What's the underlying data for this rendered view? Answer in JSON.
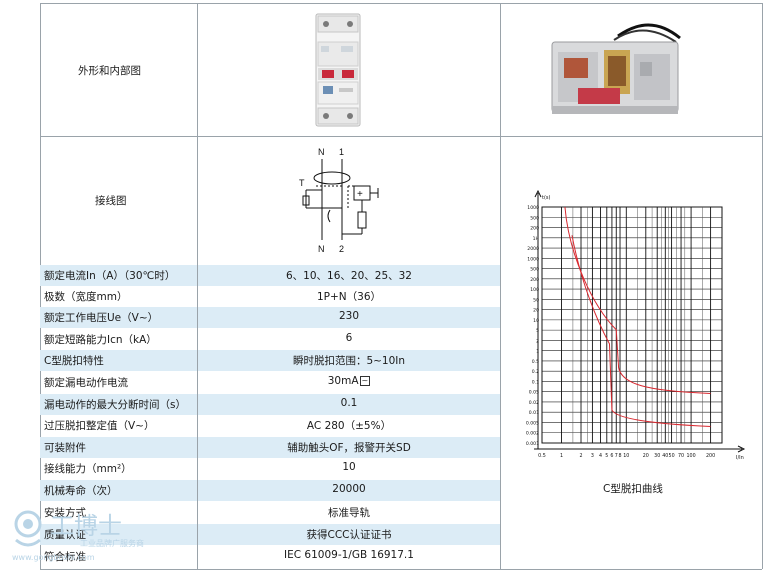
{
  "top_sections": {
    "appearance_label": "外形和内部图",
    "wiring_label": "接线图"
  },
  "wiring_diagram": {
    "top_left": "N",
    "top_right": "1",
    "test_label": "T",
    "bottom_left": "N",
    "bottom_right": "2"
  },
  "specs": [
    {
      "label": "额定电流In（A）（30℃时）",
      "value": "6、10、16、20、25、32"
    },
    {
      "label": "极数（宽度mm）",
      "value": "1P+N（36）"
    },
    {
      "label": "额定工作电压Ue（V~）",
      "value": "230"
    },
    {
      "label": "额定短路能力Icn（kA）",
      "value": "6"
    },
    {
      "label": "C型脱扣特性",
      "value": "瞬时脱扣范围：5~10In"
    },
    {
      "label": "额定漏电动作电流",
      "value": "30mA",
      "value_symbol": "~"
    },
    {
      "label": "漏电动作的最大分断时间（s）",
      "value": "0.1"
    },
    {
      "label": "过压脱扣整定值（V~）",
      "value": "AC 280（±5%）"
    },
    {
      "label": "可装附件",
      "value": "辅助触头OF，报警开关SD"
    },
    {
      "label": "接线能力（mm²）",
      "value": "10"
    },
    {
      "label": "机械寿命（次）",
      "value": "20000"
    },
    {
      "label": "安装方式",
      "value": "标准导轨"
    },
    {
      "label": "质量认证",
      "value": "获得CCC认证证书"
    },
    {
      "label": "符合标准",
      "value": "IEC 61009-1/GB 16917.1"
    }
  ],
  "curve": {
    "caption": "C型脱扣曲线",
    "y_unit": "t(s)",
    "x_unit": "I/In",
    "y_ticks": [
      "1000",
      "500",
      "200",
      "1H",
      "2000",
      "1000",
      "500",
      "200",
      "100",
      "50",
      "20",
      "10",
      "5",
      "2",
      "1",
      "0.5",
      "0.2",
      "0.1",
      "0.05",
      "0.02",
      "0.01",
      "0.005",
      "0.002",
      "0.001"
    ],
    "x_ticks": [
      "0.5",
      "1",
      "2",
      "3",
      "4",
      "5",
      "6",
      "7",
      "8",
      "10",
      "20",
      "30",
      "40",
      "50",
      "70",
      "100",
      "200"
    ]
  },
  "watermark": {
    "name": "工博士",
    "tagline": "工业品牌广服务商",
    "site": "www.gongboshi.com"
  },
  "colors": {
    "row_blue": "#dcecf6",
    "grid_line": "#9aa3aa",
    "curve_red": "#d9282f",
    "watermark": "#b9d4e6"
  }
}
